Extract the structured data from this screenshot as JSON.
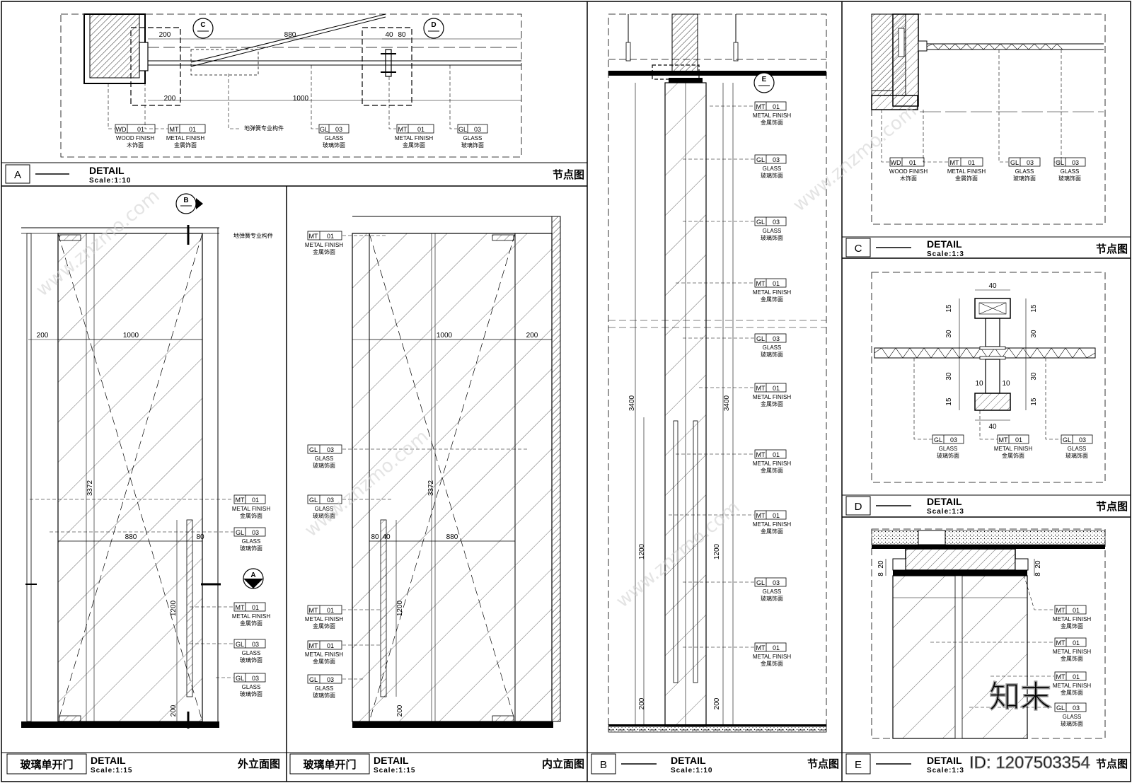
{
  "panels": {
    "A": {
      "id": "A",
      "title": "DETAIL",
      "scale": "Scale:1:10",
      "name": "节点图"
    },
    "B": {
      "id": "B",
      "title": "DETAIL",
      "scale": "Scale:1:10",
      "name": "节点图"
    },
    "C": {
      "id": "C",
      "title": "DETAIL",
      "scale": "Scale:1:3",
      "name": "节点图"
    },
    "D": {
      "id": "D",
      "title": "DETAIL",
      "scale": "Scale:1:3",
      "name": "节点图"
    },
    "E": {
      "id": "E",
      "title": "DETAIL",
      "scale": "Scale:1:3",
      "name": "节点图"
    },
    "outer": {
      "label": "玻璃单开门",
      "title": "DETAIL",
      "scale": "Scale:1:15",
      "name": "外立面图"
    },
    "inner": {
      "label": "玻璃单开门",
      "title": "DETAIL",
      "scale": "Scale:1:15",
      "name": "内立面图"
    }
  },
  "tags": {
    "wd": {
      "code": "WD",
      "num": "01",
      "en": "WOOD FINISH",
      "cn": "木饰面"
    },
    "mt": {
      "code": "MT",
      "num": "01",
      "en": "METAL FINISH",
      "cn": "金属饰面"
    },
    "gl": {
      "code": "GL",
      "num": "03",
      "en": "GLASS",
      "cn": "玻璃饰面"
    }
  },
  "notes": {
    "floor_spring": "地弹簧专业构件"
  },
  "dims": {
    "d200": "200",
    "d880": "880",
    "d1000": "1000",
    "d40": "40",
    "d80": "80",
    "d3372": "3372",
    "d1200": "1200",
    "d3400": "3400",
    "d15": "15",
    "d30": "30",
    "d10": "10",
    "d20": "20",
    "d8": "8"
  },
  "section_marks": {
    "C": "C",
    "D": "D",
    "E": "E",
    "B": "B",
    "A": "A"
  },
  "watermark": {
    "logo": "知末",
    "id": "ID: 1207503354",
    "site": "www.znzmo.com"
  }
}
